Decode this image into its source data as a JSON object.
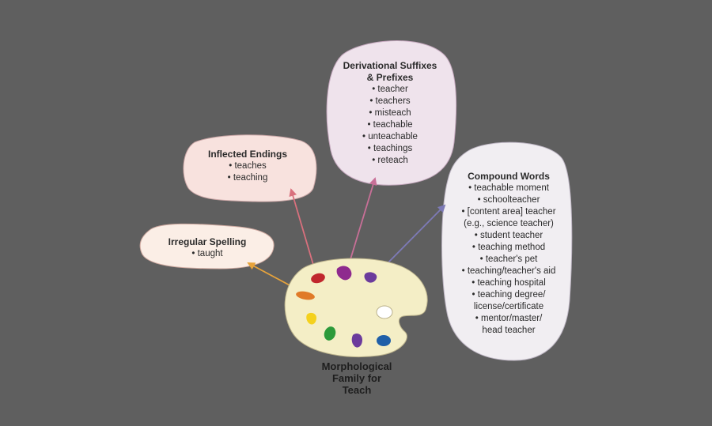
{
  "center": {
    "title_lines": [
      "Morphological",
      "Family for",
      "Teach"
    ]
  },
  "bubbles": {
    "irregular": {
      "title": "Irregular Spelling",
      "items": [
        "• taught"
      ]
    },
    "inflected": {
      "title": "Inflected Endings",
      "items": [
        "• teaches",
        "• teaching"
      ]
    },
    "derivational": {
      "title_lines": [
        "Derivational Suffixes",
        "& Prefixes"
      ],
      "items": [
        "• teacher",
        "• teachers",
        "• misteach",
        "• teachable",
        "• unteachable",
        "• teachings",
        "• reteach"
      ]
    },
    "compound": {
      "title": "Compound Words",
      "items": [
        "• teachable moment",
        "• schoolteacher",
        "• [content area] teacher",
        "(e.g., science teacher)",
        "• student teacher",
        "• teaching method",
        "• teacher's pet",
        "• teaching/teacher's aid",
        "• teaching hospital",
        "• teaching degree/",
        "license/certificate",
        "• mentor/master/",
        "head teacher"
      ]
    }
  },
  "colors": {
    "background": "#5f5f5f",
    "irregular_fill": "#fbeee6",
    "inflected_fill": "#f8e2de",
    "derivational_fill": "#efe3ec",
    "compound_fill": "#f1eef2",
    "palette_fill": "#f4eec6",
    "arrow_irregular": "#e7a33b",
    "arrow_inflected": "#d9707d",
    "arrow_derivational": "#c86f97",
    "arrow_compound": "#7d7ab6",
    "paint_red": "#c0272d",
    "paint_purple": "#8e2a8e",
    "paint_orange": "#e07a28",
    "paint_yellow": "#f4d11d",
    "paint_green": "#2c9a3a",
    "paint_violet": "#6b3b9c",
    "paint_blue": "#1f5fa8"
  },
  "icons": [
    "paint-palette-icon"
  ]
}
